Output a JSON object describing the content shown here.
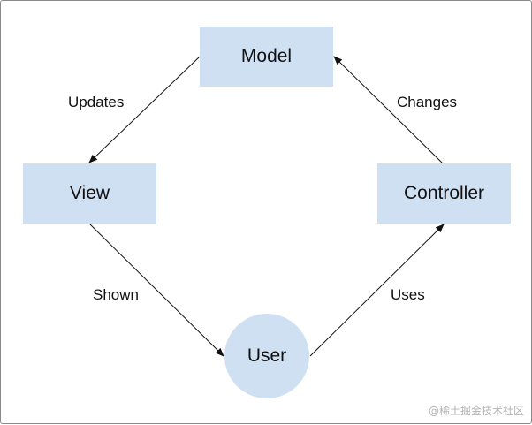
{
  "diagram": {
    "nodes": {
      "model": "Model",
      "view": "View",
      "controller": "Controller",
      "user": "User"
    },
    "edges": [
      {
        "from": "model",
        "to": "view",
        "label": "Updates"
      },
      {
        "from": "controller",
        "to": "model",
        "label": "Changes"
      },
      {
        "from": "view",
        "to": "user",
        "label": "Shown"
      },
      {
        "from": "user",
        "to": "controller",
        "label": "Uses"
      }
    ]
  },
  "colors": {
    "node_fill": "#cfe0f3",
    "arrow": "#111111",
    "watermark": "#b4b4b4"
  },
  "watermark": "@稀土掘金技术社区"
}
